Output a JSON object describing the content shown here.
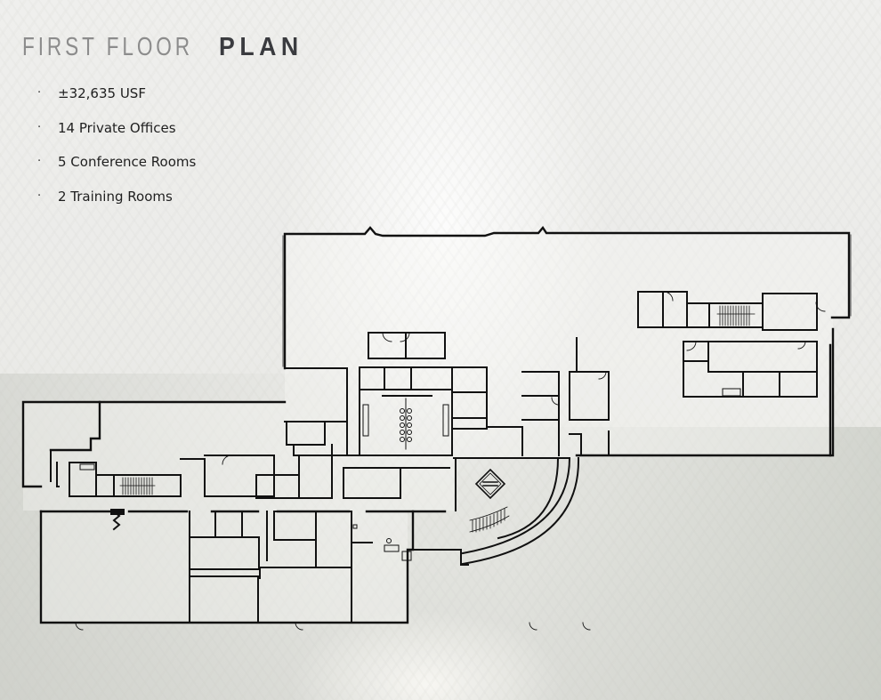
{
  "page": {
    "title_light": "FIRST FLOOR",
    "title_bold": "PLAN"
  },
  "features": [
    {
      "label": "±32,635 USF"
    },
    {
      "label": "14 Private Offices"
    },
    {
      "label": "5 Conference Rooms"
    },
    {
      "label": "2 Training Rooms"
    }
  ],
  "bullet_glyph": "·",
  "floor_plan": {
    "type": "architectural-floor-plan",
    "wall_color": "#111111",
    "background_image": "faded forest road",
    "icons": [
      "entrance-diamond-icon",
      "stairwell-icon",
      "restroom-fixtures-icon",
      "curved-stair-icon"
    ]
  },
  "colors": {
    "title_light": "#8c8c8c",
    "title_bold": "#3a3b3f",
    "text": "#1f1f1f",
    "background": "#ecebe8"
  }
}
